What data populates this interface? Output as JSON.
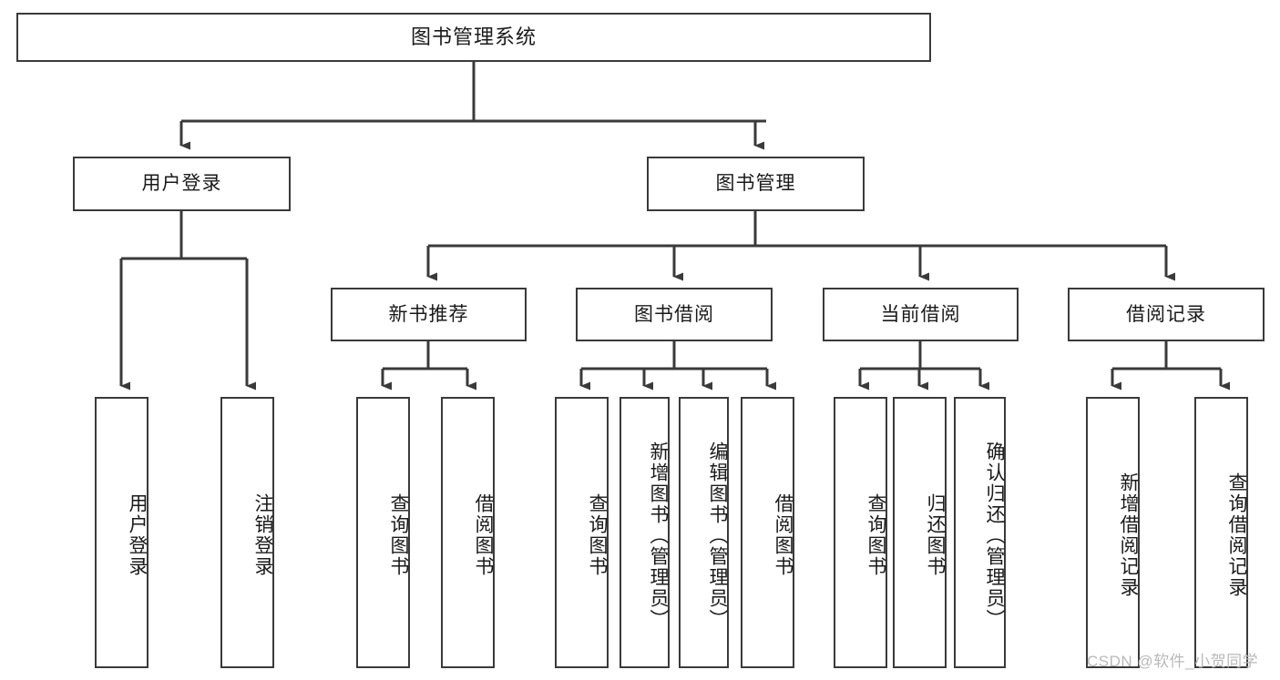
{
  "diagram": {
    "type": "tree",
    "title": "图书管理系统",
    "root": {
      "label": "图书管理系统"
    },
    "level2": [
      {
        "label": "用户登录"
      },
      {
        "label": "图书管理"
      }
    ],
    "level3": [
      {
        "label": "新书推荐"
      },
      {
        "label": "图书借阅"
      },
      {
        "label": "当前借阅"
      },
      {
        "label": "借阅记录"
      }
    ],
    "leaves": {
      "user_login": [
        {
          "label": "用户登录"
        },
        {
          "label": "注销登录"
        }
      ],
      "new_book_recommend": [
        {
          "label": "查询图书"
        },
        {
          "label": "借阅图书"
        }
      ],
      "book_borrow": [
        {
          "label": "查询图书"
        },
        {
          "label": "新增图书（管理员）"
        },
        {
          "label": "编辑图书（管理员）"
        },
        {
          "label": "借阅图书"
        }
      ],
      "current_borrow": [
        {
          "label": "查询图书"
        },
        {
          "label": "归还图书"
        },
        {
          "label": "确认归还（管理员）"
        }
      ],
      "borrow_records": [
        {
          "label": "新增借阅记录"
        },
        {
          "label": "查询借阅记录"
        }
      ]
    }
  },
  "watermark": {
    "text": "CSDN @软件_小贺同学"
  },
  "colors": {
    "stroke": "#3a3a3a",
    "text": "#1a1a1a",
    "background": "#ffffff",
    "watermark": "#b9b9b9"
  }
}
